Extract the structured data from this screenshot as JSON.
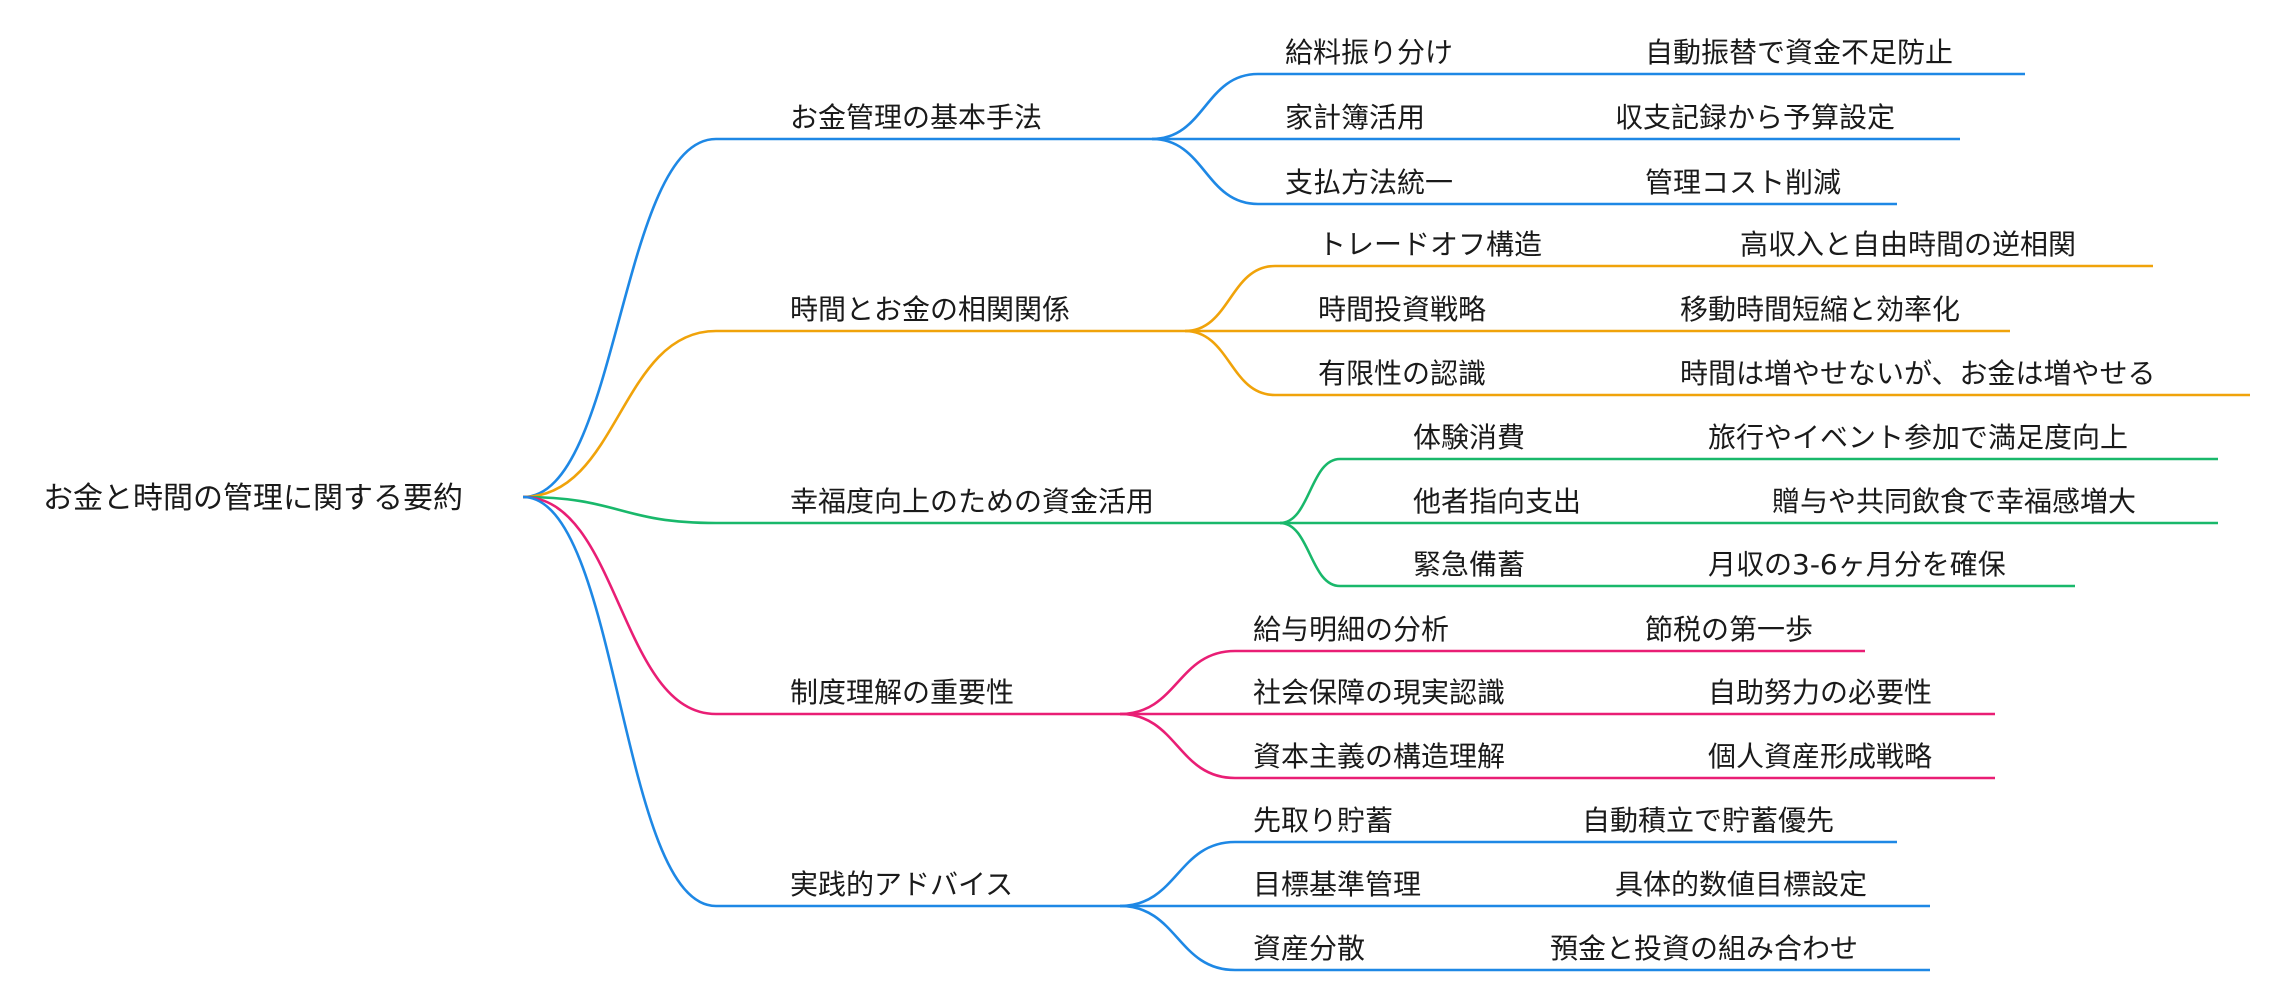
{
  "root": {
    "label": "お金と時間の管理に関する要約"
  },
  "branches": [
    {
      "label": "お金管理の基本手法",
      "color": "#1e88e5",
      "children": [
        {
          "label": "給料振り分け",
          "note": "自動振替で資金不足防止"
        },
        {
          "label": "家計簿活用",
          "note": "収支記録から予算設定"
        },
        {
          "label": "支払方法統一",
          "note": "管理コスト削減"
        }
      ]
    },
    {
      "label": "時間とお金の相関関係",
      "color": "#f0a30a",
      "children": [
        {
          "label": "トレードオフ構造",
          "note": "高収入と自由時間の逆相関"
        },
        {
          "label": "時間投資戦略",
          "note": "移動時間短縮と効率化"
        },
        {
          "label": "有限性の認識",
          "note": "時間は増やせないが、お金は増やせる"
        }
      ]
    },
    {
      "label": "幸福度向上のための資金活用",
      "color": "#19b86b",
      "children": [
        {
          "label": "体験消費",
          "note": "旅行やイベント参加で満足度向上"
        },
        {
          "label": "他者指向支出",
          "note": "贈与や共同飲食で幸福感増大"
        },
        {
          "label": "緊急備蓄",
          "note": "月収の3-6ヶ月分を確保"
        }
      ]
    },
    {
      "label": "制度理解の重要性",
      "color": "#e91e75",
      "children": [
        {
          "label": "給与明細の分析",
          "note": "節税の第一歩"
        },
        {
          "label": "社会保障の現実認識",
          "note": "自助努力の必要性"
        },
        {
          "label": "資本主義の構造理解",
          "note": "個人資産形成戦略"
        }
      ]
    },
    {
      "label": "実践的アドバイス",
      "color": "#1e88e5",
      "children": [
        {
          "label": "先取り貯蓄",
          "note": "自動積立で貯蓄優先"
        },
        {
          "label": "目標基準管理",
          "note": "具体的数値目標設定"
        },
        {
          "label": "資産分散",
          "note": "預金と投資の組み合わせ"
        }
      ]
    }
  ]
}
